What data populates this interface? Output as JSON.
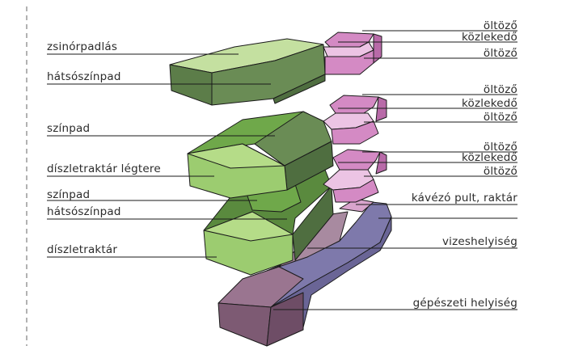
{
  "labels_left": {
    "zsinorpadlas": "zsinórpadlás",
    "hatsoszinpad_top": "hátsószínpad",
    "szinpad_mid": "színpad",
    "diszletraktar_legtere": "díszletraktár légtere",
    "szinpad_low": "színpad",
    "hatsoszinpad_low": "hátsószínpad",
    "diszletraktar": "díszletraktár"
  },
  "labels_right": {
    "oltozo_1": "öltöző",
    "kozlekedo_1": "közlekedő",
    "oltozo_2": "öltöző",
    "oltozo_3": "öltöző",
    "kozlekedo_2": "közlekedő",
    "oltozo_4": "öltöző",
    "oltozo_5": "öltöző",
    "kozlekedo_3": "közlekedő",
    "oltozo_6": "öltöző",
    "kavezo": "kávézó pult, raktár",
    "vizeshelyiseg": "vizeshelyiség",
    "gepeszeti": "gépészeti helyiség"
  },
  "colors": {
    "dark_green_top": "#6a8c55",
    "dark_green_side": "#4f6e40",
    "mid_green_top": "#6fa84a",
    "mid_green_side": "#5a8a3e",
    "light_green": "#9ccc70",
    "light_green_top": "#c4e0a0",
    "pink": "#d48ac4",
    "pink_light": "#ecc4e4",
    "pink_dark": "#b86aa8",
    "purple_blue": "#7e79ab",
    "purple_blue_dark": "#6a6596",
    "mauve": "#7d5a73",
    "mauve_light": "#a88aa0",
    "border_dash": "#999999"
  }
}
